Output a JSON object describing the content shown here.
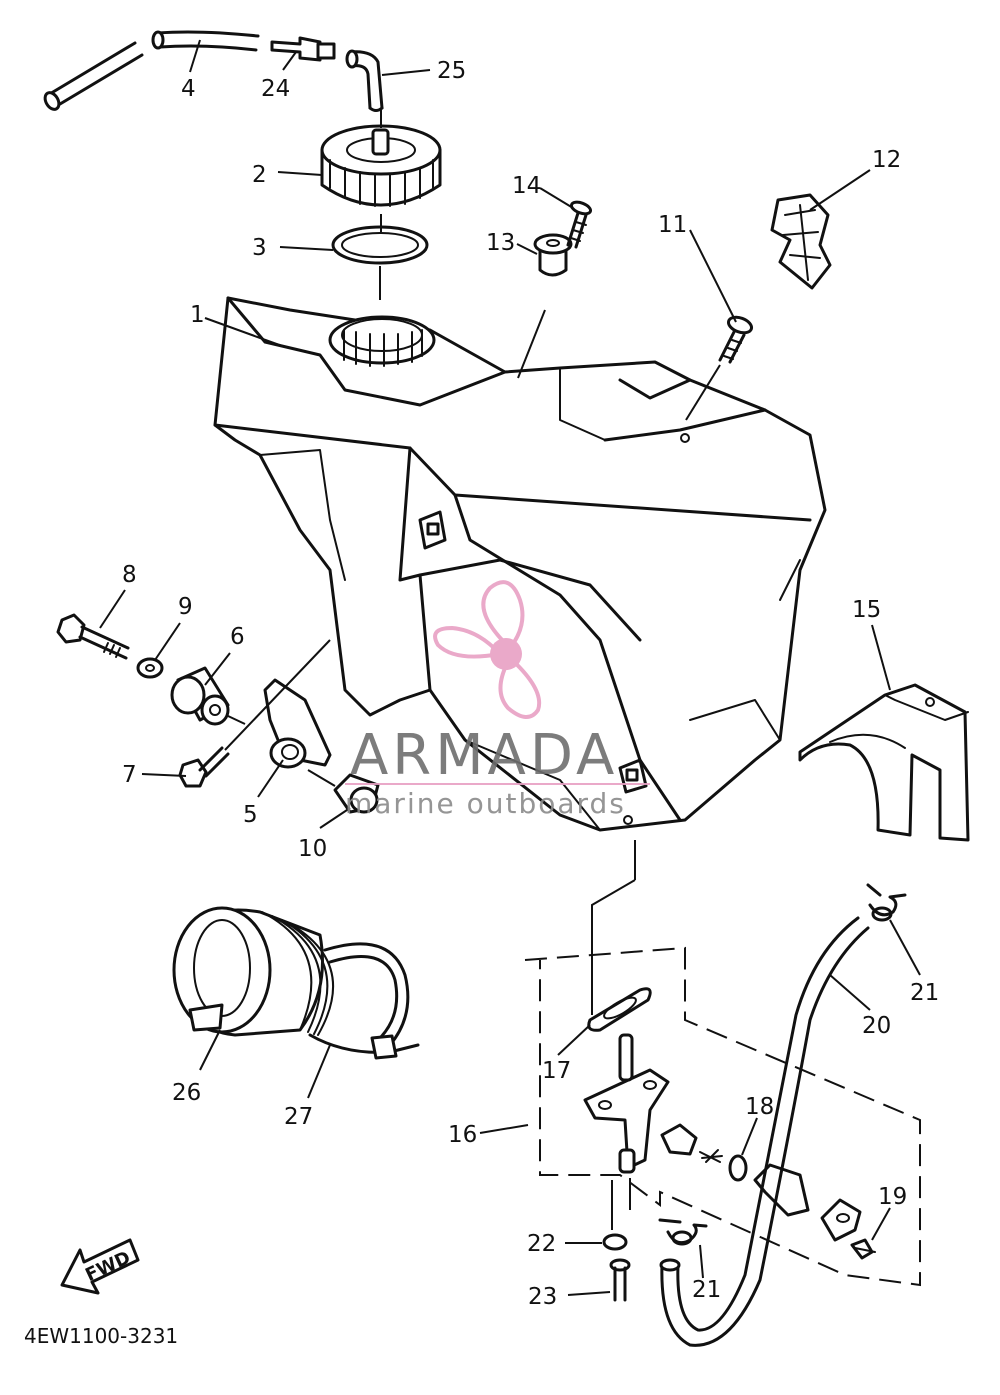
{
  "diagram": {
    "callouts": [
      {
        "id": "1",
        "label": "1"
      },
      {
        "id": "2",
        "label": "2"
      },
      {
        "id": "3",
        "label": "3"
      },
      {
        "id": "4",
        "label": "4"
      },
      {
        "id": "5",
        "label": "5"
      },
      {
        "id": "6",
        "label": "6"
      },
      {
        "id": "7",
        "label": "7"
      },
      {
        "id": "8",
        "label": "8"
      },
      {
        "id": "9",
        "label": "9"
      },
      {
        "id": "10",
        "label": "10"
      },
      {
        "id": "11",
        "label": "11"
      },
      {
        "id": "12",
        "label": "12"
      },
      {
        "id": "13",
        "label": "13"
      },
      {
        "id": "14",
        "label": "14"
      },
      {
        "id": "15",
        "label": "15"
      },
      {
        "id": "16",
        "label": "16"
      },
      {
        "id": "17",
        "label": "17"
      },
      {
        "id": "18",
        "label": "18"
      },
      {
        "id": "19",
        "label": "19"
      },
      {
        "id": "20",
        "label": "20"
      },
      {
        "id": "21a",
        "label": "21"
      },
      {
        "id": "21b",
        "label": "21"
      },
      {
        "id": "22",
        "label": "22"
      },
      {
        "id": "23",
        "label": "23"
      },
      {
        "id": "24",
        "label": "24"
      },
      {
        "id": "25",
        "label": "25"
      },
      {
        "id": "26",
        "label": "26"
      },
      {
        "id": "27",
        "label": "27"
      }
    ],
    "fwd_label": "FWD",
    "drawing_code": "4EW1100-3231"
  },
  "watermark": {
    "brand": "ARMADA",
    "tagline": "marine outboards",
    "logo_color": "#e8a0c4",
    "text_color": "#6e6e6e",
    "line_color": "#e8a0c4"
  }
}
